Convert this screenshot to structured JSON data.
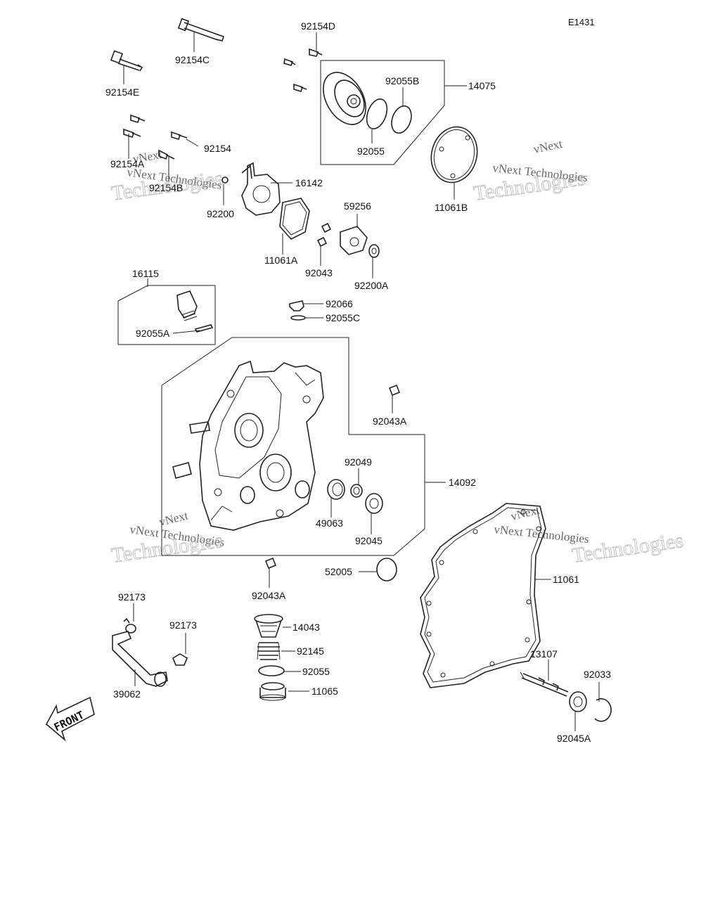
{
  "diagram_code": "E1431",
  "front_label": "FRONT",
  "watermark": {
    "line1": "vNext Technologies",
    "line2": "vNext",
    "line3": "Technologies"
  },
  "parts": {
    "p92154D": "92154D",
    "p92154C": "92154C",
    "p92154E": "92154E",
    "p92055B": "92055B",
    "p14075": "14075",
    "p92055": "92055",
    "p11061B": "11061B",
    "p92154": "92154",
    "p92154A": "92154A",
    "p92154B": "92154B",
    "p16142": "16142",
    "p92200": "92200",
    "p59256": "59256",
    "p11061A": "11061A",
    "p92043": "92043",
    "p92200A": "92200A",
    "p16115": "16115",
    "p92066": "92066",
    "p92055A": "92055A",
    "p92055C": "92055C",
    "p92043A_top": "92043A",
    "p92049": "92049",
    "p14092": "14092",
    "p49063": "49063",
    "p92045": "92045",
    "p52005": "52005",
    "p11061": "11061",
    "p92043A_bot": "92043A",
    "p92173_left": "92173",
    "p92173_right": "92173",
    "p14043": "14043",
    "p92145": "92145",
    "p92055_bot": "92055",
    "p39062": "39062",
    "p11065": "11065",
    "p13107": "13107",
    "p92033": "92033",
    "p92045A": "92045A"
  }
}
